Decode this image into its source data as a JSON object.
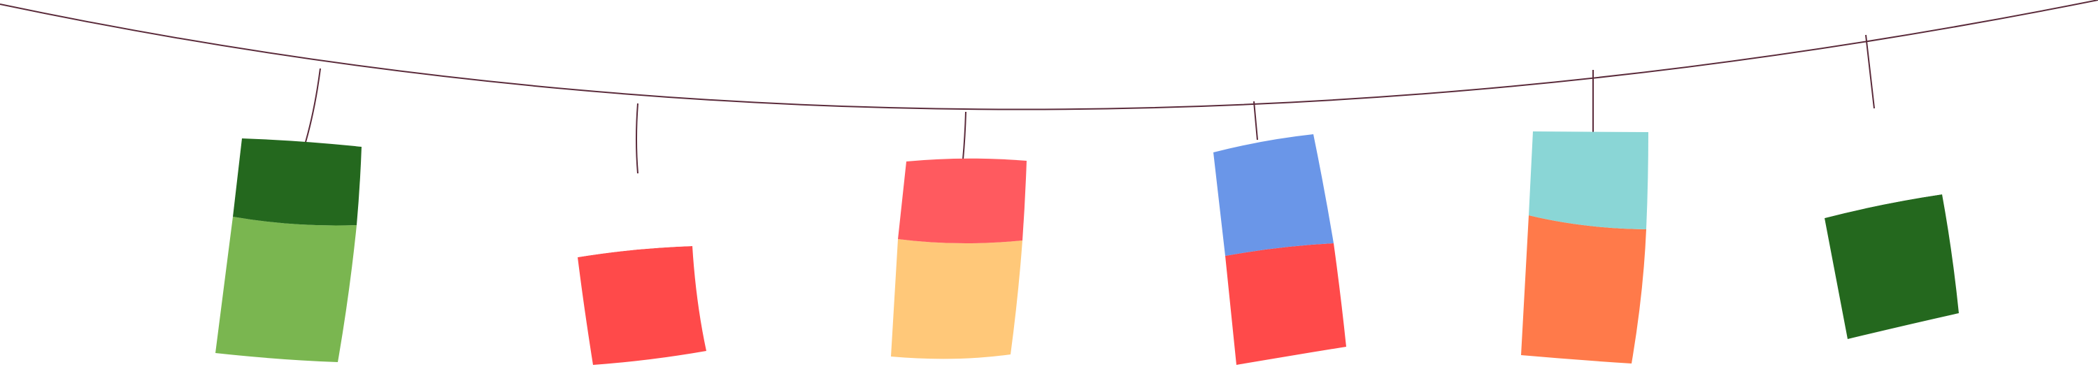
{
  "scene": {
    "name": "bunting-garland",
    "background": "#ffffff",
    "string_color": "#5a2a3a",
    "flag_count": 6
  },
  "flags": [
    {
      "name": "flag-1",
      "top_color": "#24681e",
      "bottom_color": "#7ab650"
    },
    {
      "name": "flag-2",
      "top_color": "#ffffff",
      "bottom_color": "#ff4a4a"
    },
    {
      "name": "flag-3",
      "top_color": "#ff5a5f",
      "bottom_color": "#ffc879"
    },
    {
      "name": "flag-4",
      "top_color": "#6a96e8",
      "bottom_color": "#ff4a4a"
    },
    {
      "name": "flag-5",
      "top_color": "#8ad6d6",
      "bottom_color": "#ff7a4a"
    },
    {
      "name": "flag-6",
      "top_color": "#ffffff",
      "bottom_color": "#24681e"
    }
  ]
}
